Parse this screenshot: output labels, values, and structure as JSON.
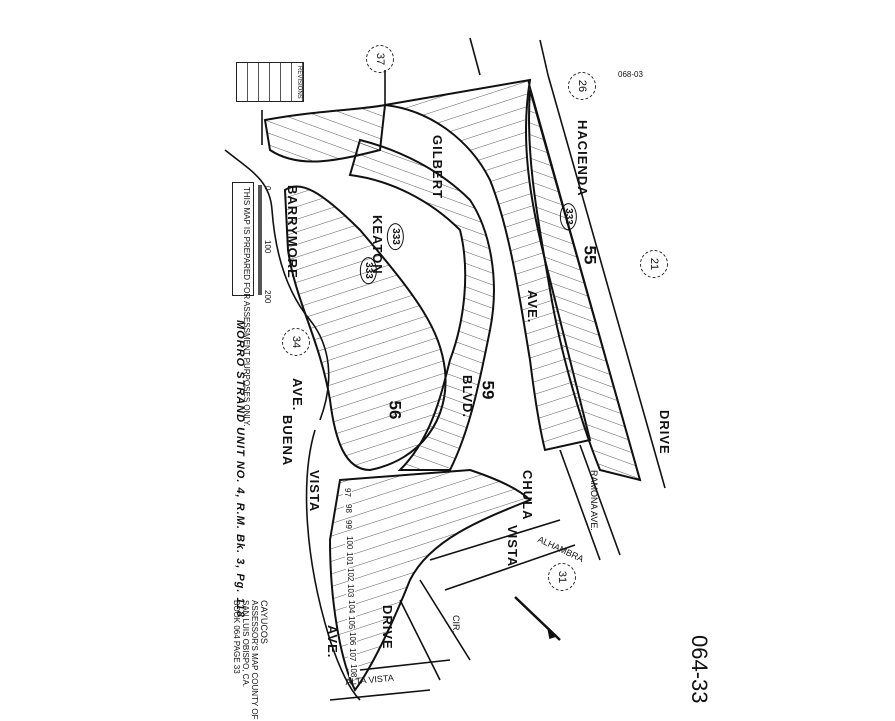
{
  "map": {
    "title": "MORRO STRAND UNIT NO. 4, R.M. Bk. 3, Pg. 118",
    "page_number": "064-33",
    "corner_ref": "068-03",
    "revisions_header": "REVISIONS",
    "assessment_note": "THIS MAP IS PREPARED FOR ASSESSMENT PURPOSES ONLY.",
    "scale_labels": [
      "0",
      "100",
      "200"
    ],
    "county_note": [
      "CAYUCOS",
      "ASSESSOR'S MAP  COUNTY OF",
      "SAN LUIS OBISPO, CA.",
      "BOOK 064  PAGE 33"
    ],
    "streets": {
      "hacienda": "HACIENDA",
      "gilbert": "GILBERT",
      "keaton": "KEATON",
      "barrymore": "BARRYMORE",
      "ave1": "AVE.",
      "blvd": "BLVD.",
      "drive1": "DRIVE",
      "chula": "CHULA",
      "vista1": "VISTA",
      "ave2": "AVE.",
      "buena": "BUENA",
      "vista2": "VISTA",
      "ramona": "RAMONA AVE.",
      "alhambra": "ALHAMBRA",
      "cir": "CIR.",
      "drive2": "DRIVE",
      "ave3": "AVE.",
      "alta_vista": "ALTA VISTA"
    },
    "adjacent_pages": [
      "37",
      "26",
      "21",
      "34",
      "31"
    ],
    "blocks": [
      "55",
      "56",
      "59"
    ],
    "block_circled": "333",
    "lot_numbers": [
      "97",
      "98",
      "99",
      "100",
      "101",
      "102",
      "103",
      "104",
      "105",
      "106",
      "107",
      "108"
    ],
    "colors": {
      "ink": "#111111",
      "paper": "#ffffff"
    }
  }
}
